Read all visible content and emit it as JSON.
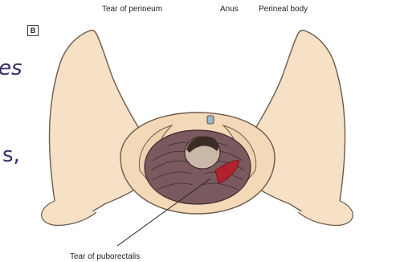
{
  "panel_label": "B",
  "labels": {
    "perineum_tear": "Tear of perineum",
    "anus": "Anus",
    "perineal_body": "Perineal body",
    "puborectalis_tear": "Tear of puborectalis"
  },
  "slide_fragments": [
    "es",
    "s,"
  ],
  "colors": {
    "skin": "#f6e1c6",
    "skin_outline": "#6b5b4a",
    "muscle": "#7a5a5e",
    "tear": "#b0222e",
    "slide_text": "#3a2a6a"
  }
}
